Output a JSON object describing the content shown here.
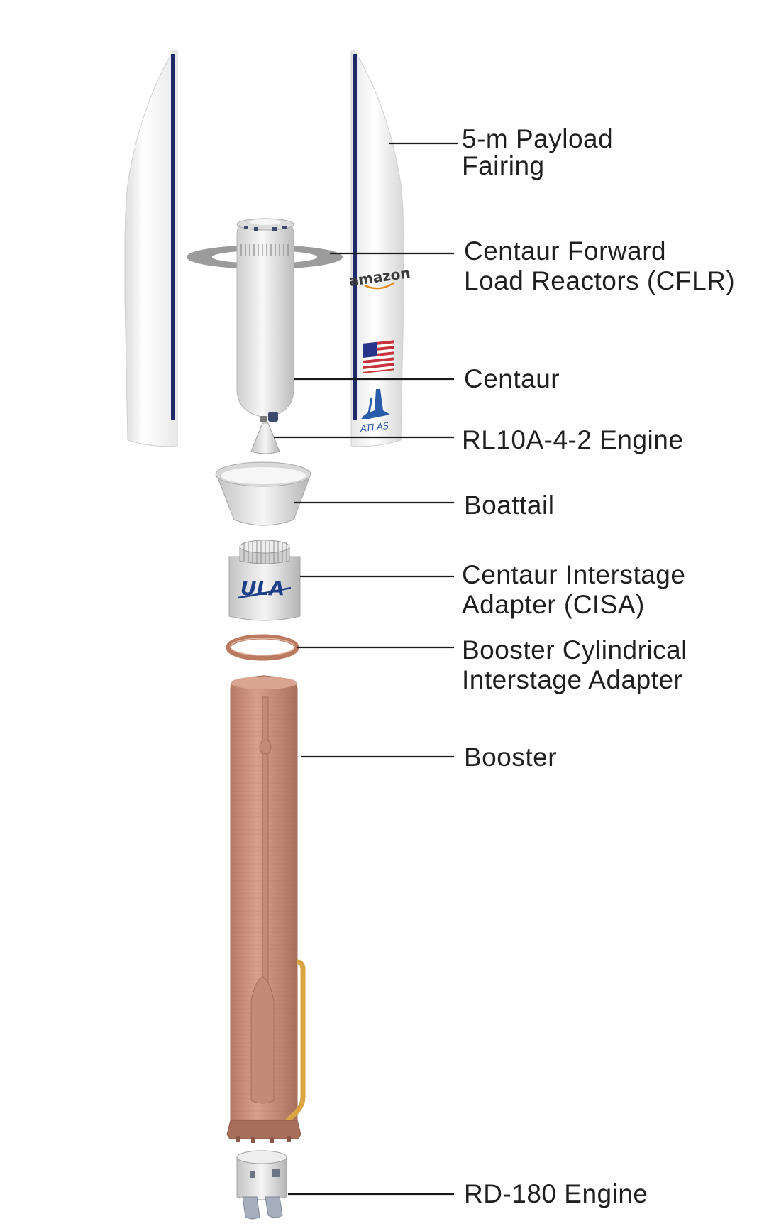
{
  "labels": {
    "fairing": [
      "5-m Payload",
      "Fairing"
    ],
    "cflr": [
      "Centaur Forward",
      "Load Reactors (CFLR)"
    ],
    "centaur": "Centaur",
    "rl10": "RL10A-4-2 Engine",
    "boattail": "Boattail",
    "cisa": [
      "Centaur Interstage",
      "Adapter (CISA)"
    ],
    "bcia": [
      "Booster Cylindrical",
      "Interstage Adapter"
    ],
    "booster": "Booster",
    "rd180": "RD-180 Engine"
  },
  "logos": {
    "amazon": "amazon",
    "atlas": "ATLAS",
    "ula": "ULA"
  },
  "colors": {
    "fairing": "#f2f2f2",
    "fairing_edge": "#1f2a6b",
    "centaur": "#e6e6e6",
    "booster": "#c98f7b",
    "booster_dark": "#a86e5c",
    "feedline": "#d9a441",
    "ring": "#b97a60",
    "atlas_blue": "#2a5caa",
    "ula_blue": "#1d3f8a"
  }
}
